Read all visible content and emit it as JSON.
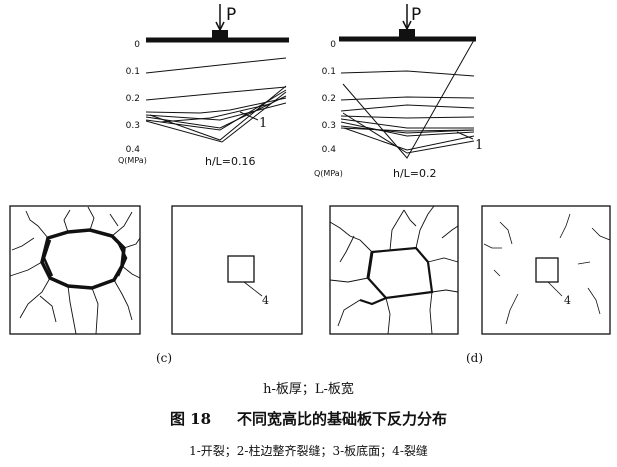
{
  "charts": {
    "left": {
      "load_label": "P",
      "y_ticks": [
        "0",
        "0.1",
        "0.2",
        "0.3",
        "0.4"
      ],
      "y_axis_label": "Q(MPa)",
      "ratio_label": "h/L=0.16",
      "curve_marker": "1"
    },
    "right": {
      "load_label": "P",
      "y_ticks": [
        "0",
        "0.1",
        "0.2",
        "0.3",
        "0.4"
      ],
      "y_axis_label": "Q(MPa)",
      "ratio_label": "h/L=0.2",
      "curve_marker": "1"
    }
  },
  "slabs": {
    "c_marker": "4",
    "d_marker": "4",
    "c_label": "(c)",
    "d_label": "(d)"
  },
  "caption": {
    "note": "h-板厚；L-板宽",
    "figure_number": "图 18",
    "figure_title": "不同宽高比的基础板下反力分布",
    "legend": "1-开裂；2-柱边整齐裂缝；3-板底面；4-裂缝"
  }
}
